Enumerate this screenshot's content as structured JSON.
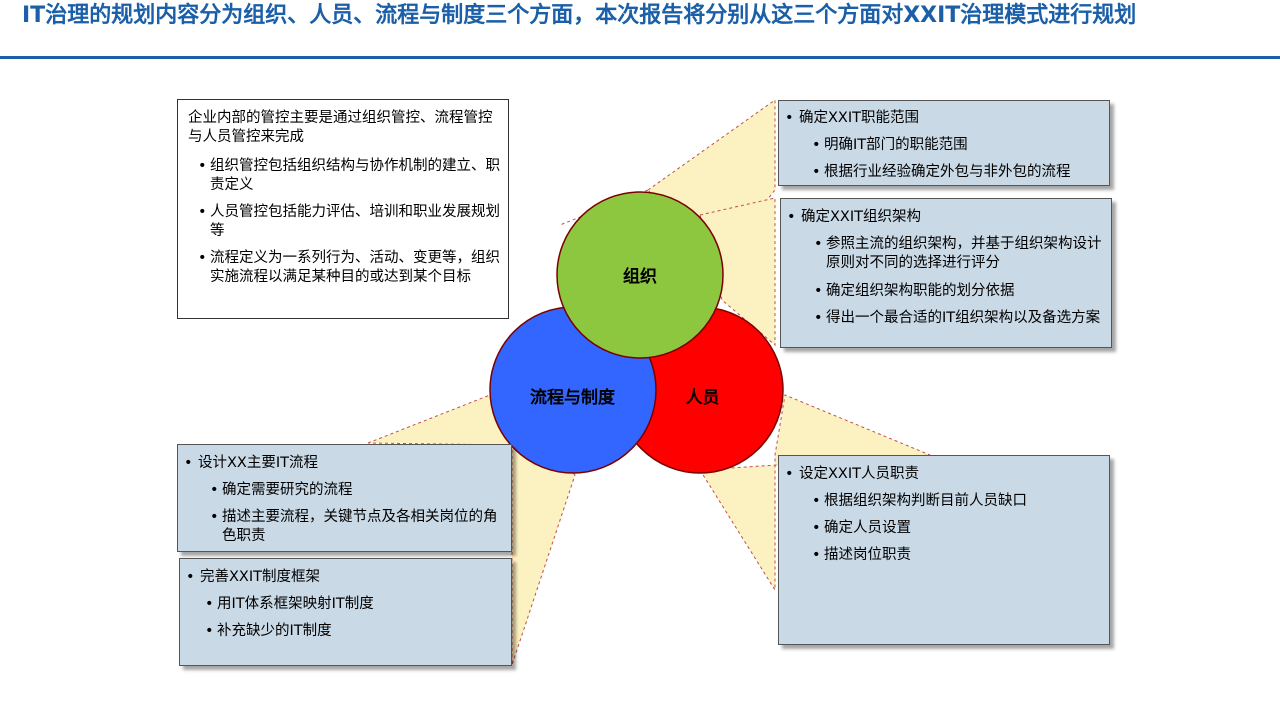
{
  "title": "IT治理的规划内容分为组织、人员、流程与制度三个方面，本次报告将分别从这三个方面对XXIT治理模式进行规划",
  "colors": {
    "accent": "#1a5fa8",
    "org": "#8dc63f",
    "people": "#ff0000",
    "process": "#3366ff",
    "panel": "#cad9e6",
    "wedge": "#fcf1c0"
  },
  "circles": {
    "org": "组织",
    "people": "人员",
    "process": "流程与制度"
  },
  "intro": {
    "lead": "企业内部的管控主要是通过组织管控、流程管控与人员管控来完成",
    "items": [
      "组织管控包括组织结构与协作机制的建立、职责定义",
      "人员管控包括能力评估、培训和职业发展规划等",
      "流程定义为一系列行为、活动、变更等，组织实施流程以满足某种目的或达到某个目标"
    ]
  },
  "org_scope": {
    "head": "确定XXIT职能范围",
    "items": [
      "明确IT部门的职能范围",
      "根据行业经验确定外包与非外包的流程"
    ]
  },
  "org_structure": {
    "head": "确定XXIT组织架构",
    "items": [
      "参照主流的组织架构，并基于组织架构设计原则对不同的选择进行评分",
      "确定组织架构职能的划分依据",
      "得出一个最合适的IT组织架构以及备选方案"
    ]
  },
  "process_design": {
    "head": "设计XX主要IT流程",
    "items": [
      "确定需要研究的流程",
      "描述主要流程，关键节点及各相关岗位的角色职责"
    ]
  },
  "policy_framework": {
    "head": "完善XXIT制度框架",
    "items": [
      "用IT体系框架映射IT制度",
      "补充缺少的IT制度"
    ]
  },
  "people_roles": {
    "head": "设定XXIT人员职责",
    "items": [
      "根据组织架构判断目前人员缺口",
      "确定人员设置",
      "描述岗位职责"
    ]
  }
}
